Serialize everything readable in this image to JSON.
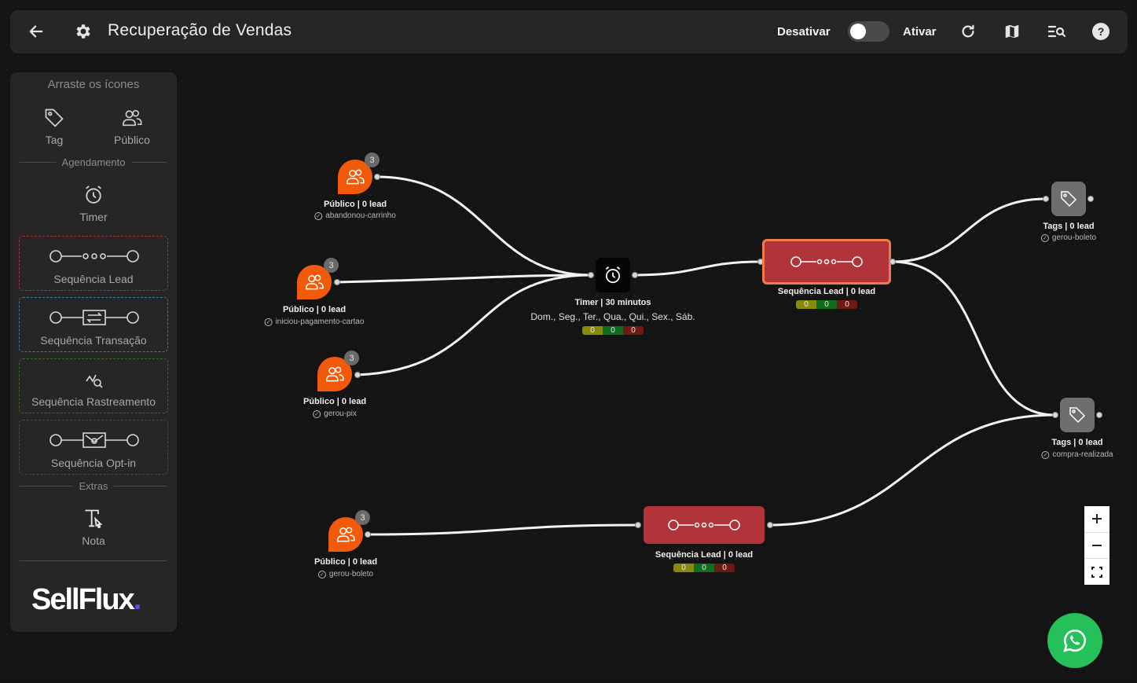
{
  "header": {
    "title": "Recuperação de Vendas",
    "deactivate_label": "Desativar",
    "activate_label": "Ativar"
  },
  "sidebar": {
    "heading": "Arraste os ícones",
    "tools": {
      "tag": "Tag",
      "publico": "Público",
      "timer": "Timer",
      "nota": "Nota"
    },
    "sections": {
      "agendamento": "Agendamento",
      "extras": "Extras"
    },
    "sequences": {
      "lead": "Sequência Lead",
      "transacao": "Sequência Transação",
      "rastreamento": "Sequência Rastreamento",
      "optin": "Sequência Opt-in"
    },
    "logo_text": "SellFlux",
    "logo_dot": "."
  },
  "nodes": {
    "pub1": {
      "badge": "3",
      "title": "Público | 0 lead",
      "sub": "abandonou-carrinho"
    },
    "pub2": {
      "badge": "3",
      "title": "Público | 0 lead",
      "sub": "iniciou-pagamento-cartao"
    },
    "pub3": {
      "badge": "3",
      "title": "Público | 0 lead",
      "sub": "gerou-pix"
    },
    "pub4": {
      "badge": "3",
      "title": "Público | 0 lead",
      "sub": "gerou-boleto"
    },
    "timer": {
      "title": "Timer | 30 minutos",
      "days": "Dom., Seg., Ter., Qua., Qui., Sex., Sáb.",
      "c1": "0",
      "c2": "0",
      "c3": "0"
    },
    "seq1": {
      "title": "Sequência Lead | 0 lead",
      "c1": "0",
      "c2": "0",
      "c3": "0"
    },
    "seq2": {
      "title": "Sequência Lead | 0 lead",
      "c1": "0",
      "c2": "0",
      "c3": "0"
    },
    "tag1": {
      "title": "Tags | 0 lead",
      "sub": "gerou-boleto"
    },
    "tag2": {
      "title": "Tags | 0 lead",
      "sub": "compra-realizada"
    }
  },
  "colors": {
    "publico": "#f05a0a",
    "sequence": "#b0343a",
    "selected_border": "#f07a4a",
    "counter_yellow": "#8a8a0a",
    "counter_green": "#0f6e1c",
    "counter_red": "#6e1a12",
    "whatsapp": "#25c05a"
  },
  "icons": {
    "back": "arrow-left-icon",
    "settings": "gear-icon",
    "refresh": "refresh-icon",
    "map": "map-icon",
    "search_list": "search-list-icon",
    "help": "help-icon"
  }
}
